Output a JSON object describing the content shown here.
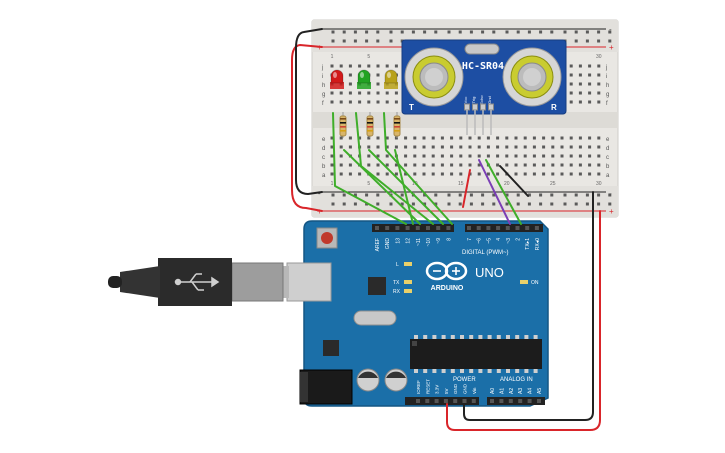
{
  "sensor": {
    "model": "HC-SR04",
    "left_label": "T",
    "right_label": "R",
    "pins": [
      "Vcc",
      "Trig",
      "Echo",
      "Gnd"
    ]
  },
  "arduino": {
    "model": "UNO",
    "brand": "ARDUINO",
    "digital_header": "DIGITAL (PWM~)",
    "digital_pins": [
      "AREF",
      "GND",
      "13",
      "12",
      "~11",
      "~10",
      "~9",
      "8",
      "7",
      "~6",
      "~5",
      "4",
      "~3",
      "2",
      "TX▸1",
      "RX◂0"
    ],
    "power_header": "POWER",
    "power_pins": [
      "IOREF",
      "RESET",
      "3.3V",
      "5V",
      "GND",
      "GND",
      "Vin"
    ],
    "analog_header": "ANALOG IN",
    "analog_pins": [
      "A0",
      "A1",
      "A2",
      "A3",
      "A4",
      "A5"
    ],
    "led_labels": {
      "l": "L",
      "tx": "TX",
      "rx": "RX",
      "on": "ON"
    }
  },
  "breadboard": {
    "row_letters_top": [
      "j",
      "i",
      "h",
      "g",
      "f"
    ],
    "row_letters_bottom": [
      "e",
      "d",
      "c",
      "b",
      "a"
    ],
    "column_numbers": [
      "1",
      "5",
      "10",
      "15",
      "20",
      "25",
      "30"
    ]
  },
  "leds": [
    {
      "name": "red",
      "color": "#d11a1a"
    },
    {
      "name": "green",
      "color": "#22a322"
    },
    {
      "name": "yellow",
      "color": "#b8a11a"
    }
  ],
  "colors": {
    "board": "#1b6fa8",
    "board_dark": "#145684",
    "sensor_board": "#1d4ea3",
    "wire_green": "#3fae2a",
    "wire_red": "#d9252a",
    "wire_black": "#222222",
    "wire_purple": "#7b3fb5",
    "breadboard": "#e9e7e3"
  }
}
